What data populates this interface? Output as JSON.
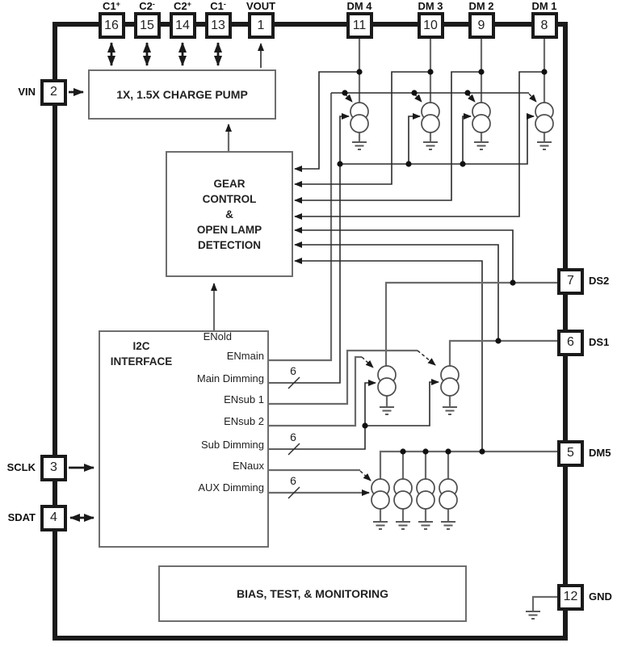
{
  "diagram": {
    "blocks": {
      "charge_pump": "1X, 1.5X CHARGE PUMP",
      "gear_control": "GEAR\nCONTROL\n&\nOPEN LAMP\nDETECTION",
      "i2c_interface": "I2C\nINTERFACE",
      "bias": "BIAS, TEST, & MONITORING"
    },
    "pins": {
      "top": [
        {
          "label": "C1",
          "sup": "+",
          "number": "16"
        },
        {
          "label": "C2",
          "sup": "-",
          "number": "15"
        },
        {
          "label": "C2",
          "sup": "+",
          "number": "14"
        },
        {
          "label": "C1",
          "sup": "-",
          "number": "13"
        },
        {
          "label": "VOUT",
          "sup": "",
          "number": "1"
        },
        {
          "label": "DM 4",
          "sup": "",
          "number": "11"
        },
        {
          "label": "DM 3",
          "sup": "",
          "number": "10"
        },
        {
          "label": "DM 2",
          "sup": "",
          "number": "9"
        },
        {
          "label": "DM 1",
          "sup": "",
          "number": "8"
        }
      ],
      "left": [
        {
          "label": "VIN",
          "number": "2"
        },
        {
          "label": "SCLK",
          "number": "3"
        },
        {
          "label": "SDAT",
          "number": "4"
        }
      ],
      "right": [
        {
          "label": "DS2",
          "number": "7"
        },
        {
          "label": "DS1",
          "number": "6"
        },
        {
          "label": "DM5",
          "number": "5"
        },
        {
          "label": "GND",
          "number": "12"
        }
      ]
    },
    "i2c_signals": [
      "ENold",
      "ENmain",
      "Main Dimming",
      "ENsub 1",
      "ENsub 2",
      "Sub Dimming",
      "ENaux",
      "AUX Dimming"
    ],
    "bus_width_label": "6",
    "colors": {
      "wire_gray": "#6b6b6b",
      "wire_dark": "#2b2b2b",
      "border": "#1a1a1a"
    }
  }
}
